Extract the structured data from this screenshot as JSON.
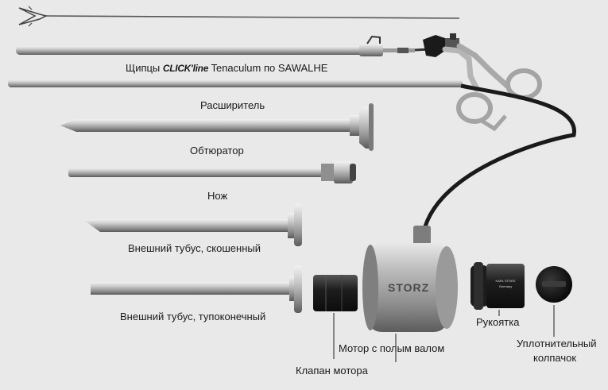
{
  "labels": {
    "forceps_prefix": "Щипцы ",
    "forceps_brand": "CLICK'line",
    "forceps_suffix": " Tenaculum по SAWALHE",
    "dilator": "Расширитель",
    "obturator": "Обтюратор",
    "knife": "Нож",
    "outer_tube_beveled": "Внешний тубус, скошенный",
    "outer_tube_blunt": "Внешний тубус, тупоконечный",
    "motor_hollow_shaft": "Мотор с полым валом",
    "motor_valve": "Клапан мотора",
    "handle": "Рукоятка",
    "sealing_cap_line1": "Уплотнительный",
    "sealing_cap_line2": "колпачок"
  },
  "motor_engraving": "STORZ",
  "colors": {
    "background": "#e9e9e9",
    "steel_light": "#d8d8d8",
    "steel_dark": "#6e6e6e",
    "black_part": "#1c1c1c",
    "leader_line": "#222222"
  }
}
